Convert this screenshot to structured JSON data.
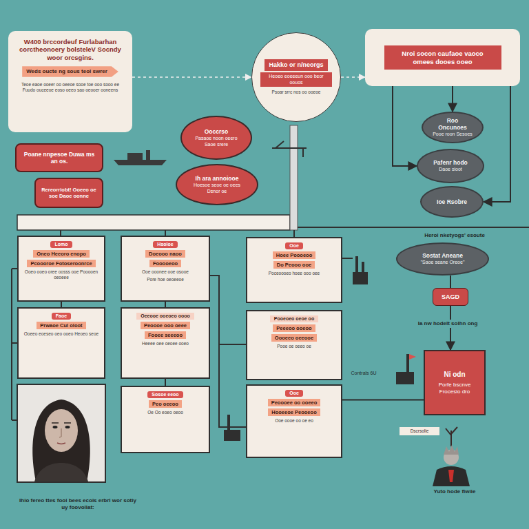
{
  "diagram": {
    "nodes": [
      {
        "text": [
          "W400 brccordeuf Furlabarhan corctheonoery bolsteleV Socndy woor orcsgins.",
          "Weds oucte ng sous teol swrer",
          "Teoe eaoe ooeer oo oeeoe sooe toe ooo sooo ee Fuudo ouceeoe eoso oeeo sao oeooer ooneens"
        ]
      },
      {
        "text": [
          "Hakko or n/neorgs",
          "Heoeo eoeeeun ooo beor oouos",
          "Psoar srrc nos oo ooeoe"
        ]
      },
      {
        "text": [
          "Nroi socon caufaoe vaoco omees dooes ooeo"
        ]
      },
      {
        "text": [
          "Poane nnpesoe Duwa ms an os."
        ]
      },
      {
        "text": [
          "Rereorriobt! Ooeeo oe soe Daoe oonne"
        ]
      },
      {
        "text": [
          "Ooccrso",
          "Pasaoe noon oeero Saoe srere"
        ]
      },
      {
        "text": [
          "Ih ara annoiooe",
          "Hoesoe seoe oe oees Dsnor oe"
        ]
      },
      {
        "text": [
          "Roo Oncunoes",
          "Pooe roon Sesoes"
        ]
      },
      {
        "text": [
          "Pafenr hodo",
          "Daoe sioot"
        ]
      },
      {
        "text": [
          "Ioe Rsobre"
        ]
      },
      {
        "text": [
          "Lomo",
          "Oneo Heeoro enopo",
          "Pcoooroe Fotoseroonrce",
          "Ooeo ooeo oree oosss ooe Pooooen oeoeee"
        ]
      },
      {
        "text": [
          "Hsoloe",
          "Doeooo naoo",
          "Fooooeoo",
          "Ooe ooonee ooe osooe",
          "Pore hoe oeoeeoe"
        ]
      },
      {
        "text": [
          "Ooe",
          "Hoee Poooeoo",
          "Do Peooo ooe",
          "Poceoooeo hoee ooo oee"
        ]
      },
      {
        "text": [
          "Faoe",
          "Prwaoe Cul oloot",
          "Ooeeo eoeseo oeo ooeo Heoeo seoe"
        ]
      },
      {
        "text": [
          "Oeeooe ooeoeo oooo",
          "Peoooe ooo oeee",
          "Fooee seeeoo",
          "Heeee oee oeoee ooeo"
        ]
      },
      {
        "text": [
          "Pooeoeo oeoe oo",
          "Peeeoo ooeoo",
          "Oooeeo oeeooe",
          "Pooe oe oeeo oe"
        ]
      },
      {
        "text": [
          "Sosoe eeoo",
          "Peo oeeoo",
          "Oe Oo eoeo oeoo"
        ]
      },
      {
        "text": [
          "Ooe",
          "Peoooee oo ooeeo",
          "Hooeeoe Peooeoo",
          "Ooe oooe oo oe eo"
        ]
      },
      {
        "text": [
          "Sostat Aneane",
          "\"Saoe seane Oreoe\""
        ]
      },
      {
        "text": [
          "SAGD"
        ]
      },
      {
        "text": [
          "Ni odn",
          "Porfe bscnve Frocesio dro"
        ]
      }
    ],
    "edges": [
      {
        "from": 0,
        "to": 1,
        "arrow": "to"
      },
      {
        "from": 1,
        "to": 2,
        "arrow": "to"
      },
      {
        "from": 2,
        "to": 7,
        "arrow": "to"
      },
      {
        "from": 2,
        "to": 8,
        "arrow": "to"
      },
      {
        "from": 2,
        "to": 9,
        "arrow": "to"
      },
      {
        "from": 18,
        "to": 19,
        "arrow": "none"
      },
      {
        "from": 19,
        "to": 20,
        "arrow": "to"
      },
      {
        "from": 10,
        "to": 13,
        "arrow": "none"
      },
      {
        "from": 11,
        "to": 14,
        "arrow": "none"
      },
      {
        "from": 14,
        "to": 16,
        "arrow": "none"
      },
      {
        "from": 17,
        "to": 20,
        "arrow": "none"
      }
    ],
    "labels": [
      "Heroi nketyogs' esoute",
      "Ia nw hodelt solhn ong",
      "Contrals 6U",
      "Dscrsolie",
      "Yuto hode fiwiie",
      "Ihio fereo ttes fooi bees ecois erbrl wor sotiy uy foovollat:"
    ]
  }
}
